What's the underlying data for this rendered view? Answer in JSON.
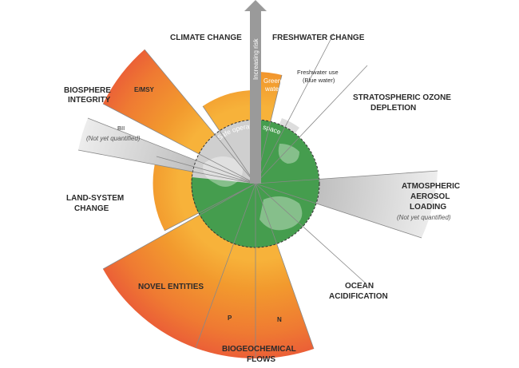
{
  "arrow": {
    "label": "Increasing risk"
  },
  "safe_space": {
    "label": "Safe operating space"
  },
  "categories": {
    "climate_change": "CLIMATE CHANGE",
    "freshwater_change": "FRESHWATER CHANGE",
    "stratospheric_ozone": [
      "STRATOSPHERIC OZONE",
      "DEPLETION"
    ],
    "aerosol": [
      "ATMOSPHERIC",
      "AEROSOL",
      "LOADING"
    ],
    "aerosol_note": "(Not yet quantified)",
    "ocean_acidification": [
      "OCEAN",
      "ACIDIFICATION"
    ],
    "biogeochemical_flows": [
      "BIOGEOCHEMICAL",
      "FLOWS"
    ],
    "novel_entities": "NOVEL ENTITIES",
    "land_system_change": [
      "LAND-SYSTEM",
      "CHANGE"
    ],
    "biosphere_integrity": [
      "BIOSPHERE",
      "INTEGRITY"
    ]
  },
  "segments": {
    "emsy": "E/MSY",
    "bii": "BII",
    "bii_note": "(Not yet quantified)",
    "green_water": [
      "Green",
      "water"
    ],
    "blue_water": [
      "Freshwater use",
      "(Blue water)"
    ],
    "phosphorus": "P",
    "nitrogen": "N"
  },
  "colors": {
    "safe_green": "#3d9a47",
    "orange": "#f29a2e",
    "red": "#e8563c",
    "gray": "#c9c9c9",
    "arrow": "#9a9a9a"
  }
}
